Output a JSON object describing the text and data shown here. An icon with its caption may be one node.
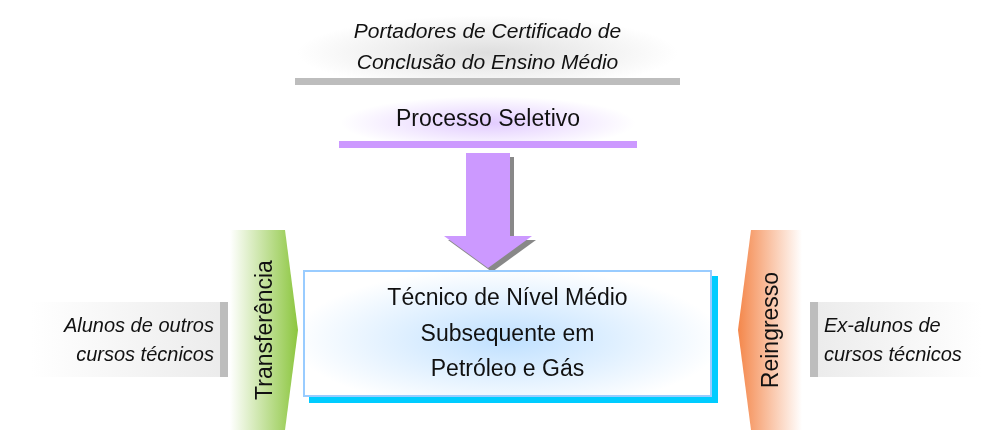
{
  "diagram": {
    "nodes": [
      {
        "text": [
          "Portadores de Certificado de Conclusão do Ensino Médio"
        ]
      },
      {
        "text": [
          "Processo Seletivo"
        ]
      },
      {
        "text": [
          "Técnico de Nível Médio Subsequente em Petróleo e Gás"
        ]
      },
      {
        "text": [
          "Transferência"
        ]
      },
      {
        "text": [
          "Reingresso"
        ]
      },
      {
        "text": [
          "Alunos de outros cursos técnicos"
        ]
      },
      {
        "text": [
          "Ex-alunos de cursos técnicos"
        ]
      }
    ],
    "edges": [
      {
        "from": 1,
        "to": 2,
        "arrow": "to",
        "color": "#cc99ff"
      }
    ]
  }
}
